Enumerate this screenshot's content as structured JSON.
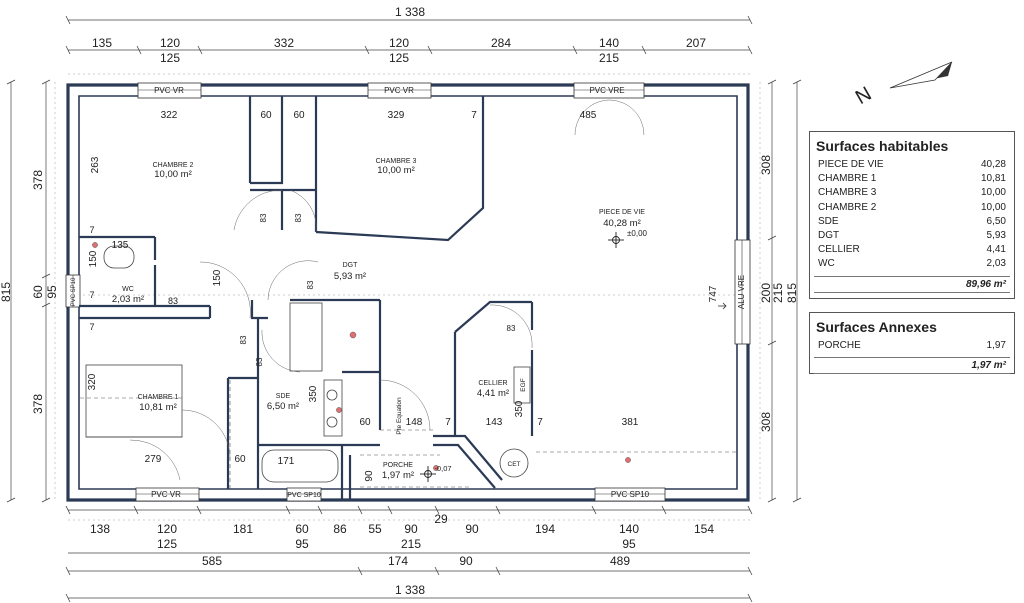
{
  "dims": {
    "top_total": "1 338",
    "top_segments": [
      "135",
      "120",
      "125",
      "332",
      "120",
      "125",
      "284",
      "140",
      "215",
      "207"
    ],
    "bottom_segments": [
      "138",
      "120",
      "125",
      "181",
      "60",
      "95",
      "86",
      "55",
      "90",
      "215",
      "90",
      "194",
      "140",
      "95",
      "154"
    ],
    "bottom_groups": [
      "585",
      "174",
      "90",
      "489"
    ],
    "bottom_total": "1 338",
    "bottom_29": "29",
    "left": [
      "378",
      "60",
      "95",
      "815",
      "378"
    ],
    "right": [
      "308",
      "200",
      "215",
      "815",
      "308"
    ]
  },
  "windows": {
    "w1": "PVC VR",
    "w2": "PVC VR",
    "w3": "PVC VRE",
    "w4": "PVC VR",
    "w5": "PVC SP10",
    "w6": "PVC SP10",
    "w7": "PVC SP10",
    "w8": "ALU VRE"
  },
  "inner": [
    "322",
    "60",
    "60",
    "329",
    "7",
    "485",
    "263",
    "83",
    "83",
    "135",
    "150",
    "7",
    "83",
    "83",
    "150",
    "83",
    "83",
    "7",
    "320",
    "279",
    "60",
    "171",
    "350",
    "60",
    "148",
    "7",
    "143",
    "350",
    "7",
    "381",
    "747",
    "90",
    "83",
    "7"
  ],
  "rooms": {
    "chambre2": {
      "name": "CHAMBRE 2",
      "area": "10,00 m²"
    },
    "chambre3": {
      "name": "CHAMBRE 3",
      "area": "10,00 m²"
    },
    "piece": {
      "name": "PIECE DE VIE",
      "area": "40,28 m²",
      "level": "±0,00"
    },
    "dgt": {
      "name": "DGT",
      "area": "5,93 m²"
    },
    "wc": {
      "name": "WC",
      "area": "2,03 m²"
    },
    "chambre1": {
      "name": "CHAMBRE 1",
      "area": "10,81 m²"
    },
    "sde": {
      "name": "SDE",
      "area": "6,50 m²"
    },
    "cellier": {
      "name": "CELLIER",
      "area": "4,41 m²"
    },
    "porche": {
      "name": "PORCHE",
      "area": "1,97 m²",
      "level": "-0,07"
    }
  },
  "labels": {
    "pte_equation": "Pte Equation",
    "egf": "EGF",
    "cet": "CET"
  },
  "north": "N",
  "surfaces_habitables": {
    "title": "Surfaces habitables",
    "rows": [
      {
        "name": "PIECE DE VIE",
        "value": "40,28"
      },
      {
        "name": "CHAMBRE 1",
        "value": "10,81"
      },
      {
        "name": "CHAMBRE 3",
        "value": "10,00"
      },
      {
        "name": "CHAMBRE 2",
        "value": "10,00"
      },
      {
        "name": "SDE",
        "value": "6,50"
      },
      {
        "name": "DGT",
        "value": "5,93"
      },
      {
        "name": "CELLIER",
        "value": "4,41"
      },
      {
        "name": "WC",
        "value": "2,03"
      }
    ],
    "total": "89,96 m²"
  },
  "surfaces_annexes": {
    "title": "Surfaces Annexes",
    "rows": [
      {
        "name": "PORCHE",
        "value": "1,97"
      }
    ],
    "total": "1,97 m²"
  }
}
